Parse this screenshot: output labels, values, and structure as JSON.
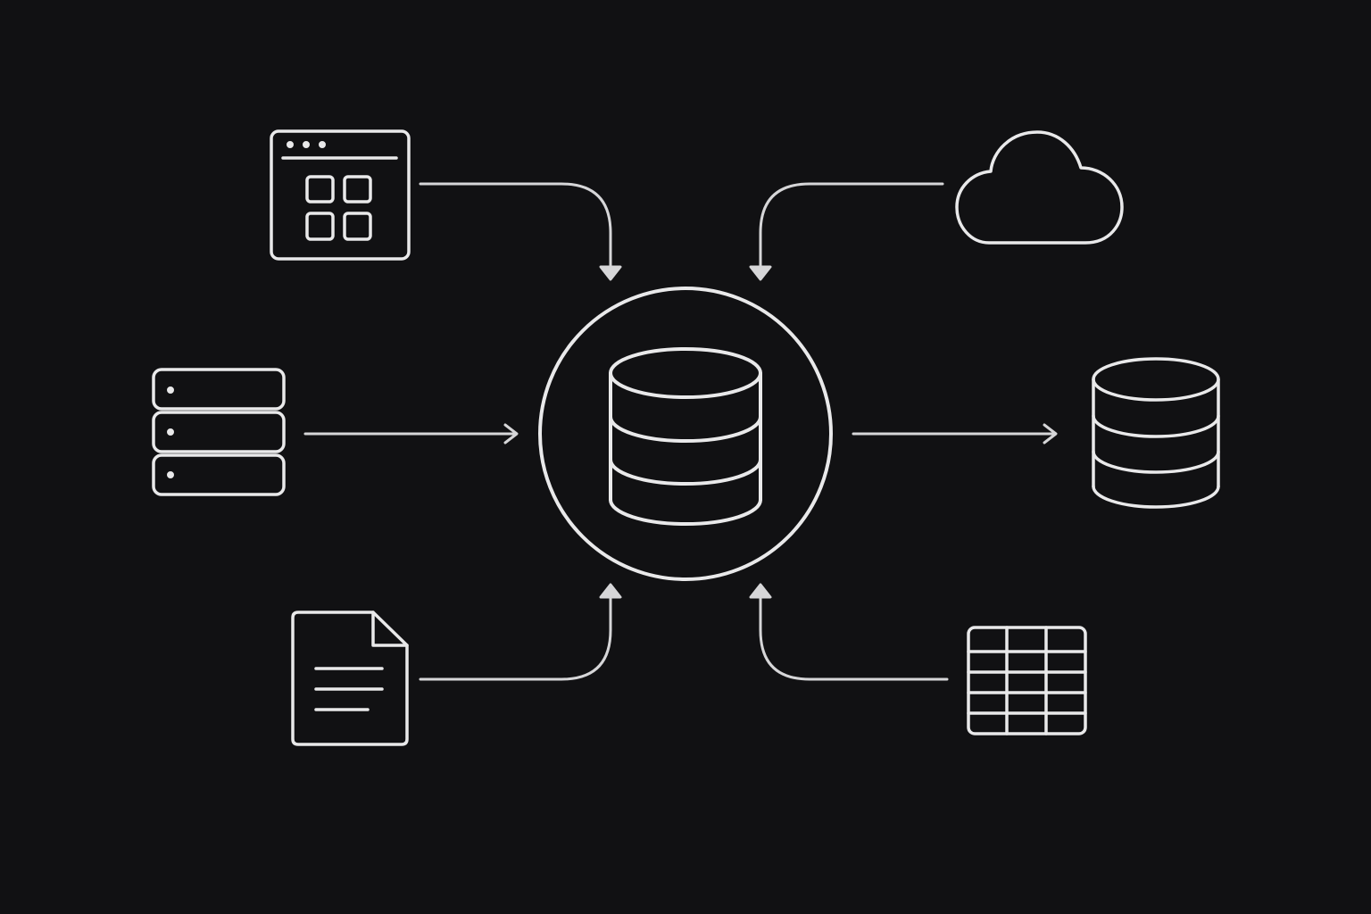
{
  "diagram": {
    "type": "data-integration-hub",
    "colors": {
      "background": "#111113",
      "line": "#e9e9ea",
      "connector": "#d6d6d8"
    },
    "hub": {
      "icon": "database-icon",
      "frame": "circle"
    },
    "nodes": [
      {
        "id": "web-app",
        "icon": "browser-app-grid-icon",
        "direction": "input"
      },
      {
        "id": "server",
        "icon": "server-rack-icon",
        "direction": "input"
      },
      {
        "id": "document",
        "icon": "document-file-icon",
        "direction": "input"
      },
      {
        "id": "cloud",
        "icon": "cloud-icon",
        "direction": "input"
      },
      {
        "id": "database",
        "icon": "database-icon",
        "direction": "output"
      },
      {
        "id": "spreadsheet",
        "icon": "table-grid-icon",
        "direction": "input"
      }
    ]
  }
}
